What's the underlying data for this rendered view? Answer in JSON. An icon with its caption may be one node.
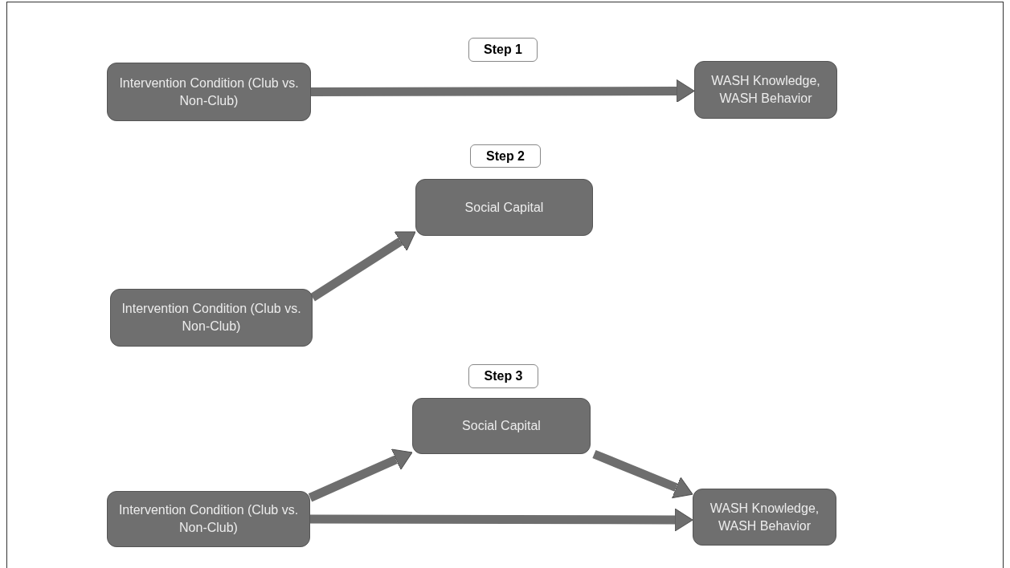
{
  "diagram": {
    "nodes": [
      {
        "text": [
          "Step 1"
        ]
      },
      {
        "text": [
          "Intervention Condition (Club vs. Non-Club)"
        ]
      },
      {
        "text": [
          "WASH Knowledge, WASH Behavior"
        ]
      },
      {
        "text": [
          "Step 2"
        ]
      },
      {
        "text": [
          "Social Capital"
        ]
      },
      {
        "text": [
          "Intervention Condition (Club vs. Non-Club)"
        ]
      },
      {
        "text": [
          "Step 3"
        ]
      },
      {
        "text": [
          "Social Capital"
        ]
      },
      {
        "text": [
          "Intervention Condition (Club vs. Non-Club)"
        ]
      },
      {
        "text": [
          "WASH Knowledge, WASH Behavior"
        ]
      }
    ],
    "edges": [
      {
        "from": 1,
        "to": 2,
        "arrow": "to"
      },
      {
        "from": 5,
        "to": 4,
        "arrow": "to"
      },
      {
        "from": 8,
        "to": 7,
        "arrow": "to"
      },
      {
        "from": 7,
        "to": 9,
        "arrow": "to"
      },
      {
        "from": 8,
        "to": 9,
        "arrow": "to"
      }
    ]
  }
}
